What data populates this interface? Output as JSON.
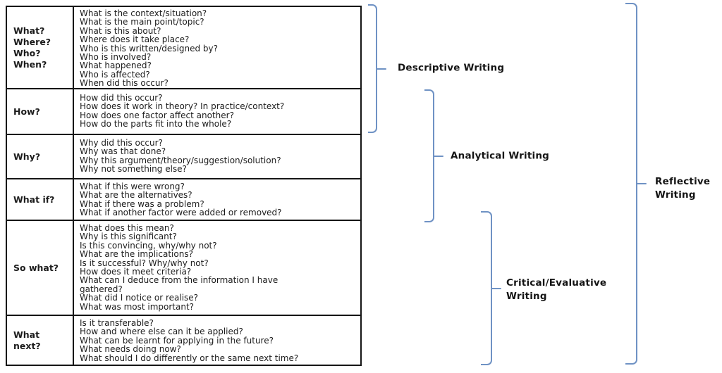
{
  "diagram": {
    "rows": [
      {
        "label": "What?\nWhere?\nWho?\nWhen?",
        "questions": [
          "What is the context/situation?",
          "What is the main point/topic?",
          "What is this about?",
          "Where does it take place?",
          "Who is this written/designed by?",
          "Who is involved?",
          "What happened?",
          "Who is affected?",
          "When did this occur?"
        ]
      },
      {
        "label": "How?",
        "questions": [
          "How did this occur?",
          "How does it work in theory? In practice/context?",
          "How does one factor affect another?",
          "How do the parts fit into the whole?"
        ]
      },
      {
        "label": "Why?",
        "questions": [
          "Why did this occur?",
          "Why was that done?",
          "Why this argument/theory/suggestion/solution?",
          "Why not something else?"
        ]
      },
      {
        "label": "What if?",
        "questions": [
          "What if this were wrong?",
          "What are the alternatives?",
          "What if there was a problem?",
          "What if another factor were added or removed?"
        ]
      },
      {
        "label": "So what?",
        "questions": [
          "What does this mean?",
          "Why is this significant?",
          "Is this convincing, why/why not?",
          "What are the implications?",
          "Is it successful? Why/why not?",
          "How does it meet criteria?",
          "What can I deduce from the information I have gathered?",
          "What did I notice or realise?",
          "What was most important?"
        ]
      },
      {
        "label": "What\nnext?",
        "questions": [
          "Is it transferable?",
          "How and where else can it be applied?",
          "What can be learnt for applying in the future?",
          "What needs doing now?",
          "What should I do differently or the same next time?"
        ]
      }
    ],
    "brackets": [
      {
        "label": "Descriptive Writing"
      },
      {
        "label": "Analytical Writing"
      },
      {
        "label": "Critical/Evaluative\nWriting"
      },
      {
        "label": "Reflective\nWriting"
      }
    ],
    "colors": {
      "bracket_blue": "#6f92c4",
      "table_border": "#151515",
      "text": "#1c1c1c"
    }
  }
}
